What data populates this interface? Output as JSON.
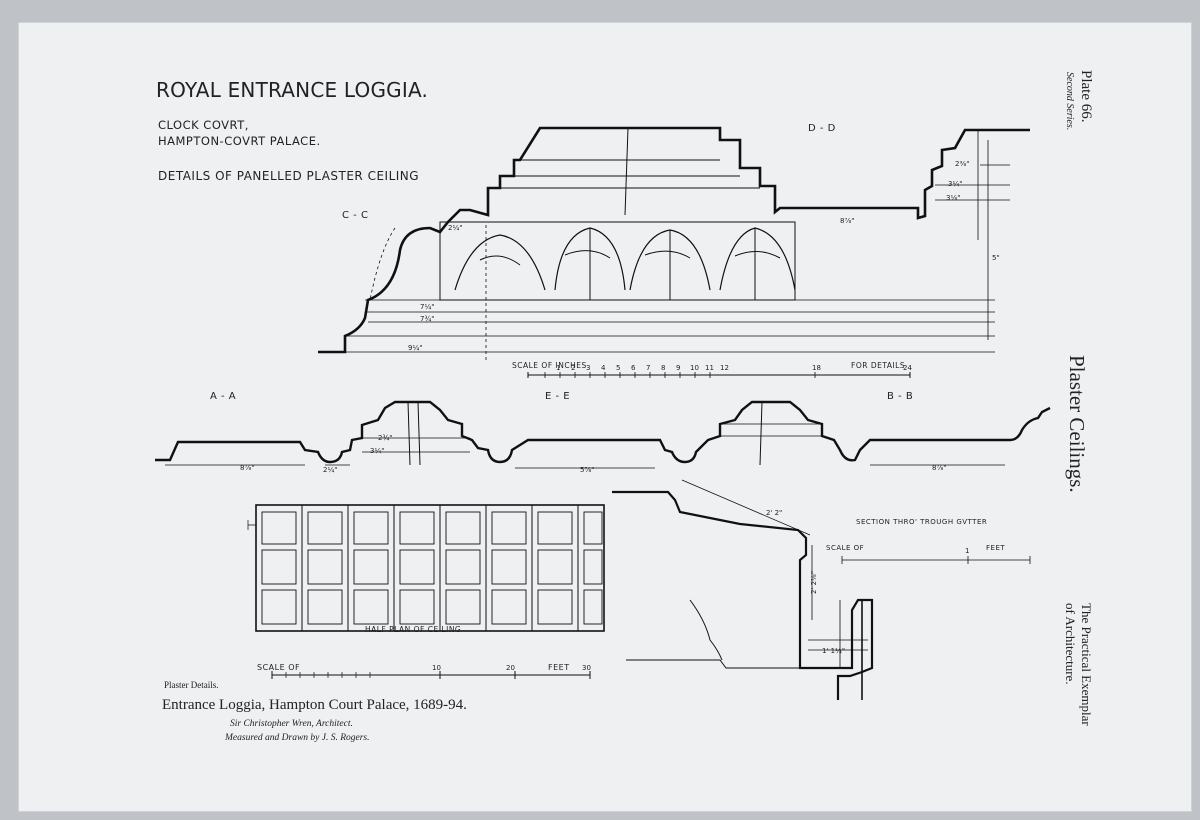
{
  "title": "ROYAL ENTRANCE LOGGIA.",
  "subtitle_lines": [
    "CLOCK COVRT,",
    "HAMPTON-COVRT PALACE.",
    "DETAILS OF PANELLED PLASTER CEILING"
  ],
  "section_labels": {
    "cc": "C - C",
    "dd": "D - D",
    "aa": "A - A",
    "ee": "E - E",
    "bb": "B - B"
  },
  "scales": {
    "inches_label": "SCALE OF INCHES",
    "for_details": "FOR DETAILS",
    "inch_ticks": [
      "1",
      "2",
      "3",
      "4",
      "5",
      "6",
      "7",
      "8",
      "9",
      "10",
      "11",
      "12",
      "18",
      "24"
    ],
    "half_plan_label": "HALF PLAN OF CEILING",
    "feet_scale_of": "SCALE OF",
    "feet_label": "FEET",
    "feet_ticks": [
      "10",
      "20",
      "30"
    ],
    "gutter_title": "SECTION THRO' TROUGH GVTTER",
    "gutter_scale_of": "SCALE OF",
    "gutter_feet": "FEET",
    "gutter_ticks": [
      "1"
    ]
  },
  "dimensions": {
    "cc": [
      "2¼\"",
      "7¼\"",
      "7¾\"",
      "9¼\""
    ],
    "dd": [
      "2⅜\"",
      "3⅛\"",
      "3¼\"",
      "8⅞\"",
      "5\""
    ],
    "aa": [
      "8⅞\"",
      "2¼\""
    ],
    "ee": [
      "5⅞\"",
      "3¼\"",
      "2¾\""
    ],
    "bb": [
      "8⅞\""
    ],
    "gutter": [
      "2' 2\"",
      "2' 2⅛\"",
      "1' 1¼\""
    ]
  },
  "captions": {
    "plaster_details": "Plaster Details.",
    "main": "Entrance Loggia, Hampton Court Palace, 1689-94.",
    "architect": "Sir Christopher Wren, Architect.",
    "drawn_by": "Measured and Drawn by J. S. Rogers."
  },
  "margin": {
    "plate": "Plate 66.",
    "series": "Second Series.",
    "subject": "Plaster Ceilings.",
    "exemplar_1": "The Practical Exemplar",
    "exemplar_2": "of Architecture."
  },
  "colors": {
    "paper": "#eef0f2",
    "ink": "#1a1a1a",
    "backdrop": "#bfc2c6"
  }
}
